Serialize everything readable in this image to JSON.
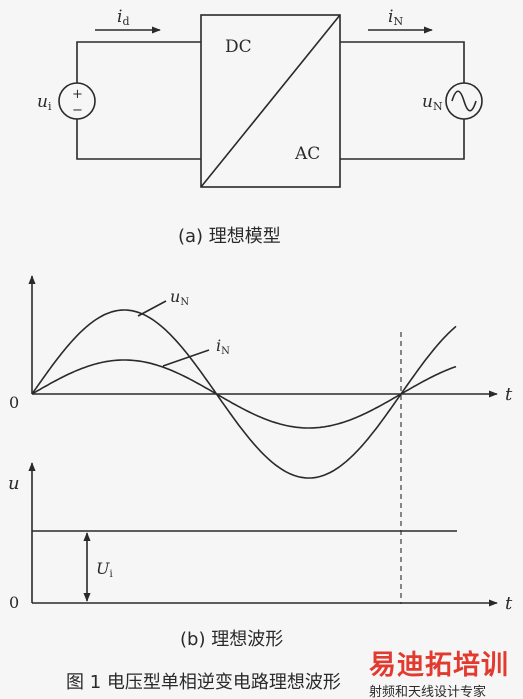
{
  "circuit": {
    "box_label_dc": "DC",
    "box_label_ac": "AC",
    "current_in": {
      "symbol": "i",
      "subscript": "d"
    },
    "current_out": {
      "symbol": "i",
      "subscript": "N"
    },
    "source_in": {
      "symbol": "u",
      "subscript": "i",
      "plus": "+",
      "minus": "−"
    },
    "source_out": {
      "symbol": "u",
      "subscript": "N"
    }
  },
  "caption_a": "(a)  理想模型",
  "waveforms_top": {
    "curve_uN": {
      "symbol": "u",
      "subscript": "N"
    },
    "curve_iN": {
      "symbol": "i",
      "subscript": "N"
    },
    "x_axis_label": "t",
    "origin_label": "0"
  },
  "waveforms_bottom": {
    "y_axis_label": "u",
    "x_axis_label": "t",
    "origin_label": "0",
    "level": {
      "symbol": "U",
      "subscript": "i"
    }
  },
  "caption_b": "(b)  理想波形",
  "figure_caption": "图 1   电压型单相逆变电路理想波形",
  "watermark": {
    "brand": "易迪拓培训",
    "slogan": "射频和天线设计专家"
  }
}
